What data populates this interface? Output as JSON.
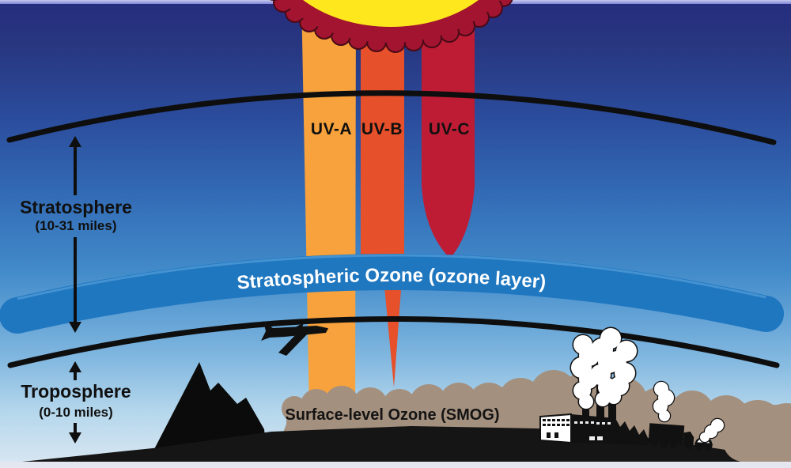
{
  "diagram": {
    "sun": {
      "body_color": "#FFE71E",
      "rim_color": "#A2142F"
    },
    "uv_rays": [
      {
        "label": "UV-A",
        "color": "#F7A23C"
      },
      {
        "label": "UV-B",
        "color": "#E6502A"
      },
      {
        "label": "UV-C",
        "color": "#BE1C34"
      }
    ],
    "atmosphere": {
      "stratosphere": {
        "label": "Stratosphere",
        "range": "(10-31 miles)"
      },
      "troposphere": {
        "label": "Troposphere",
        "range": "(0-10 miles)"
      }
    },
    "ozone_layer": {
      "label": "Stratospheric Ozone (ozone layer)",
      "color": "#1F77C0",
      "highlight": "#5AA2DA"
    },
    "surface_ozone": {
      "label": "Surface-level Ozone (SMOG)",
      "smog_color": "#A4907E"
    },
    "sky": {
      "top_color": "#272E80",
      "bottom_color": "#DAE7F2"
    }
  }
}
